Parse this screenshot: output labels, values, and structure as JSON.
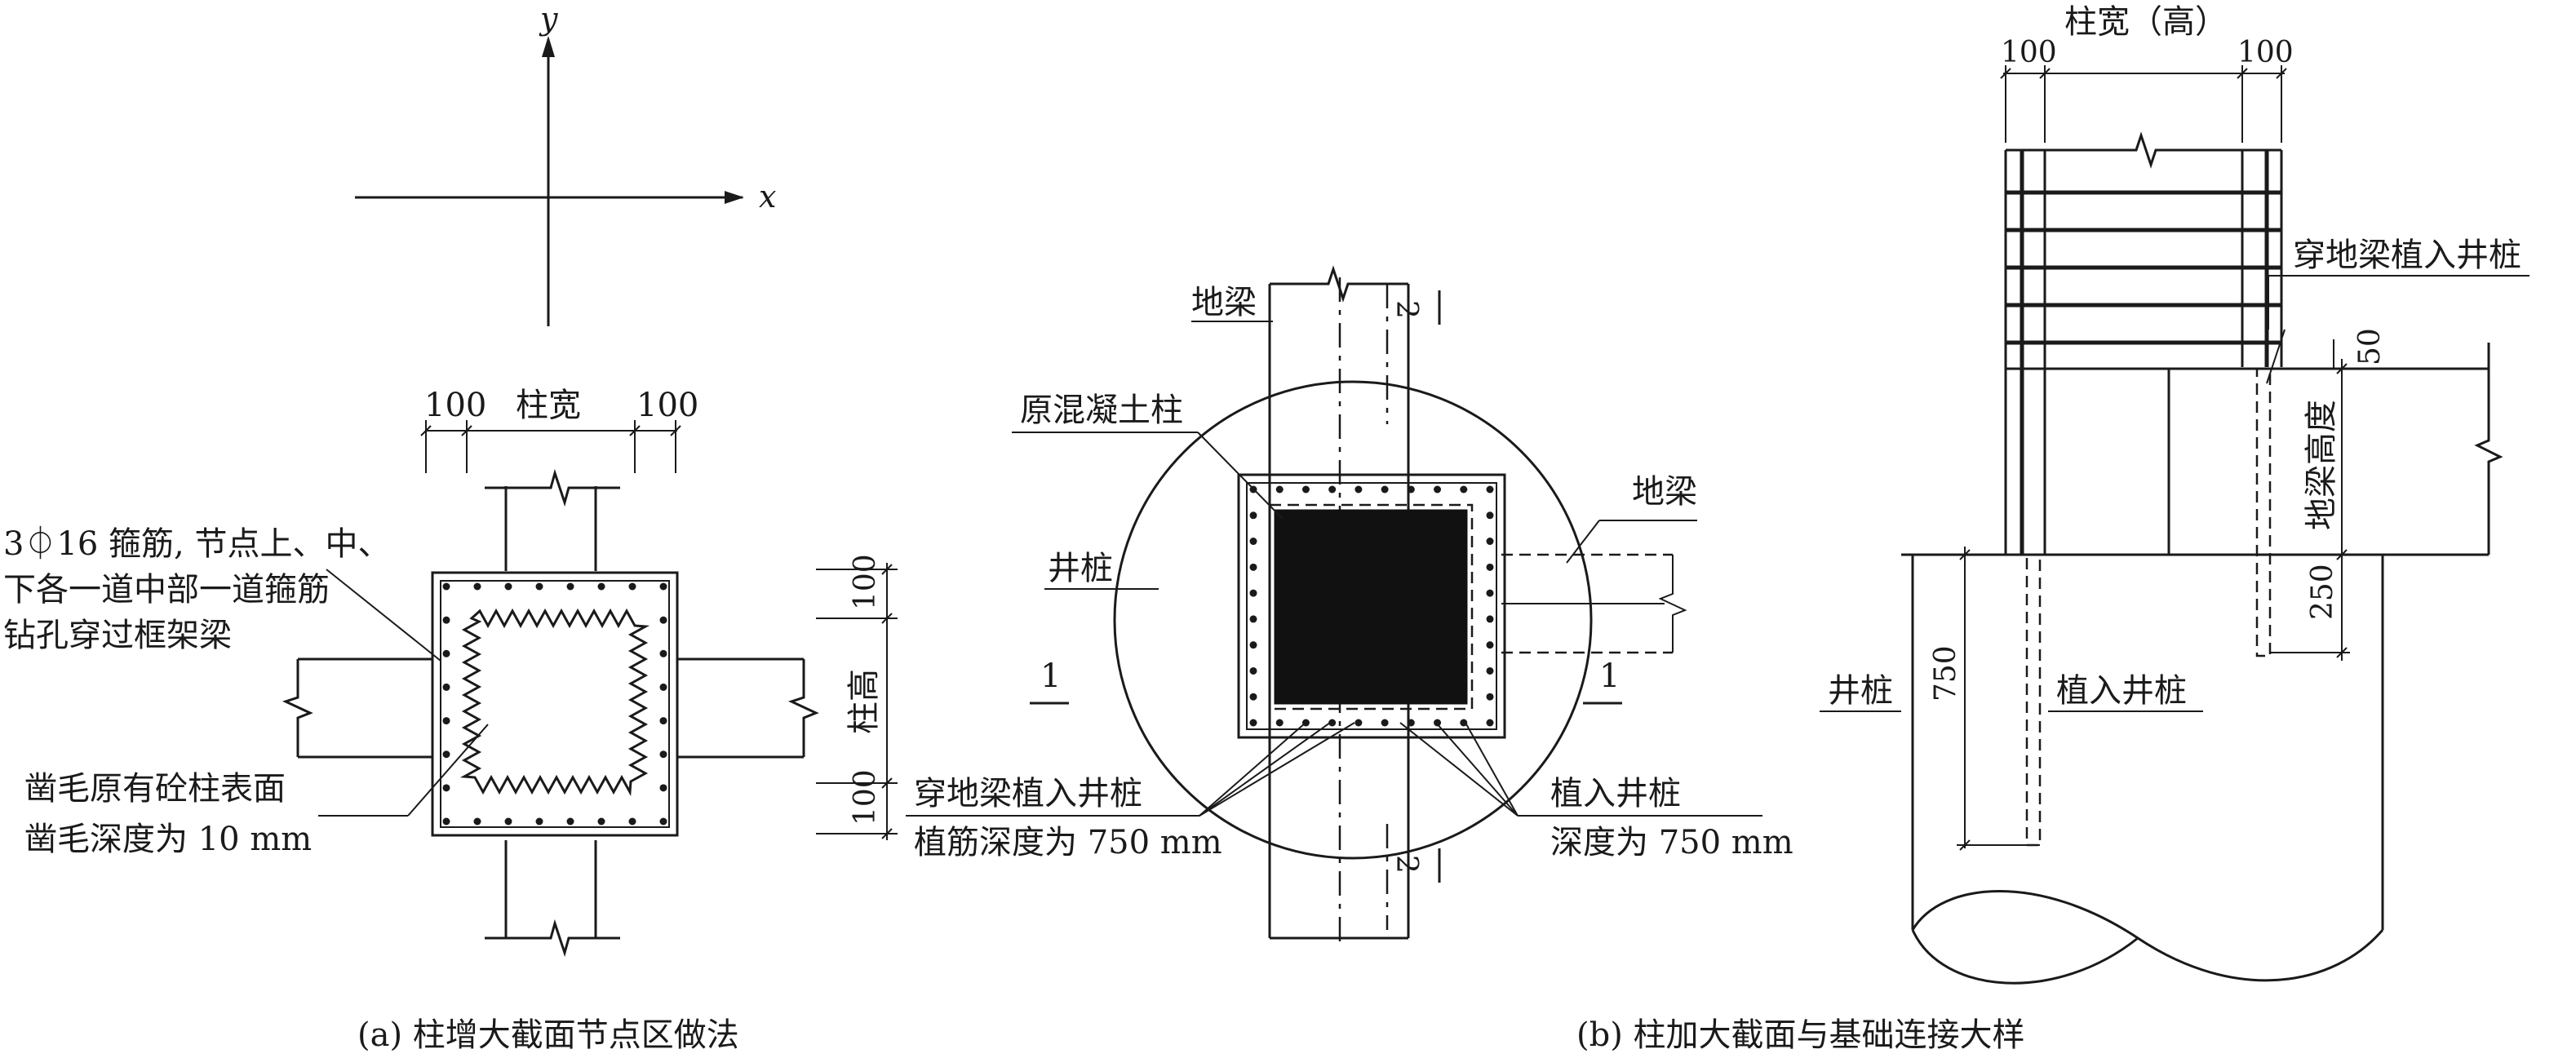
{
  "panel_a": {
    "axis_x": "x",
    "axis_y": "y",
    "dim_left": "100",
    "dim_width": "柱宽",
    "dim_right": "100",
    "dim_top": "100",
    "dim_height": "柱高",
    "dim_bottom": "100",
    "note_stirrup_1": "3⏀16 箍筋, 节点上、中、",
    "note_stirrup_2": "下各一道中部一道箍筋",
    "note_stirrup_3": "钻孔穿过框架梁",
    "note_roughen_1": "凿毛原有砼柱表面",
    "note_roughen_2": "凿毛深度为 10 mm",
    "caption": "(a) 柱增大截面节点区做法"
  },
  "panel_b_plan": {
    "label_ground_beam_top": "地梁",
    "label_original_column": "原混凝土柱",
    "label_ground_beam_right": "地梁",
    "label_well_pile": "井桩",
    "section_left": "1",
    "section_right": "1",
    "section_top": "2",
    "section_bottom": "2",
    "note_left_1": "穿地梁植入井桩",
    "note_left_2": "植筋深度为 750 mm",
    "note_right_1": "植入井桩",
    "note_right_2": "深度为 750 mm"
  },
  "panel_b_section": {
    "dim_title": "柱宽（高）",
    "dim_left": "100",
    "dim_right": "100",
    "note_through_beam": "穿地梁植入井桩",
    "dim_50": "50",
    "dim_beam_height": "地梁高度",
    "dim_250": "250",
    "dim_750": "750",
    "label_well_pile": "井桩",
    "label_embed": "植入井桩"
  },
  "caption_b": "(b) 柱加大截面与基础连接大样"
}
